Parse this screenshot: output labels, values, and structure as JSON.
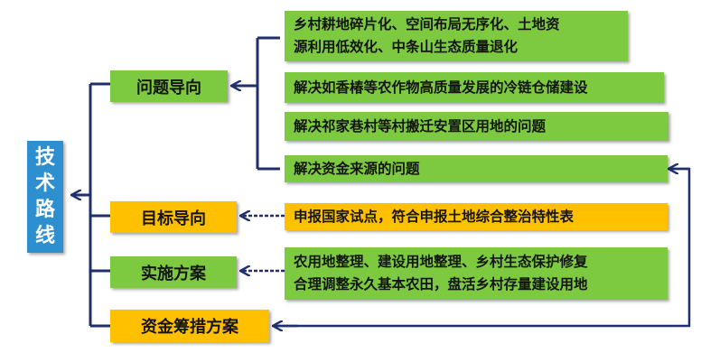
{
  "title_chars": [
    "技",
    "术",
    "路",
    "线"
  ],
  "colors": {
    "title_bg": "#2e8fd0",
    "green": "#7dc940",
    "orange": "#ffc000",
    "line": "#1f2f6e"
  },
  "categories": [
    {
      "label": "问题导向",
      "color": "green"
    },
    {
      "label": "目标导向",
      "color": "orange"
    },
    {
      "label": "实施方案",
      "color": "green"
    },
    {
      "label": "资金筹措方案",
      "color": "orange"
    }
  ],
  "items": [
    {
      "lines": [
        "乡村耕地碎片化、空间布局无序化、土地资",
        "源利用低效化、中条山生态质量退化"
      ],
      "color": "green"
    },
    {
      "lines": [
        "解决如香椿等农作物高质量发展的冷链仓储建设"
      ],
      "color": "green"
    },
    {
      "lines": [
        "解决祁家巷村等村搬迁安置区用地的问题"
      ],
      "color": "green"
    },
    {
      "lines": [
        "解决资金来源的问题"
      ],
      "color": "green"
    },
    {
      "lines": [
        "申报国家试点，符合申报土地综合整治特性表"
      ],
      "color": "orange"
    },
    {
      "lines": [
        "农用地整理、建设用地整理、乡村生态保护修复",
        "合理调整永久基本农田，盘活乡村存量建设用地"
      ],
      "color": "green"
    }
  ]
}
